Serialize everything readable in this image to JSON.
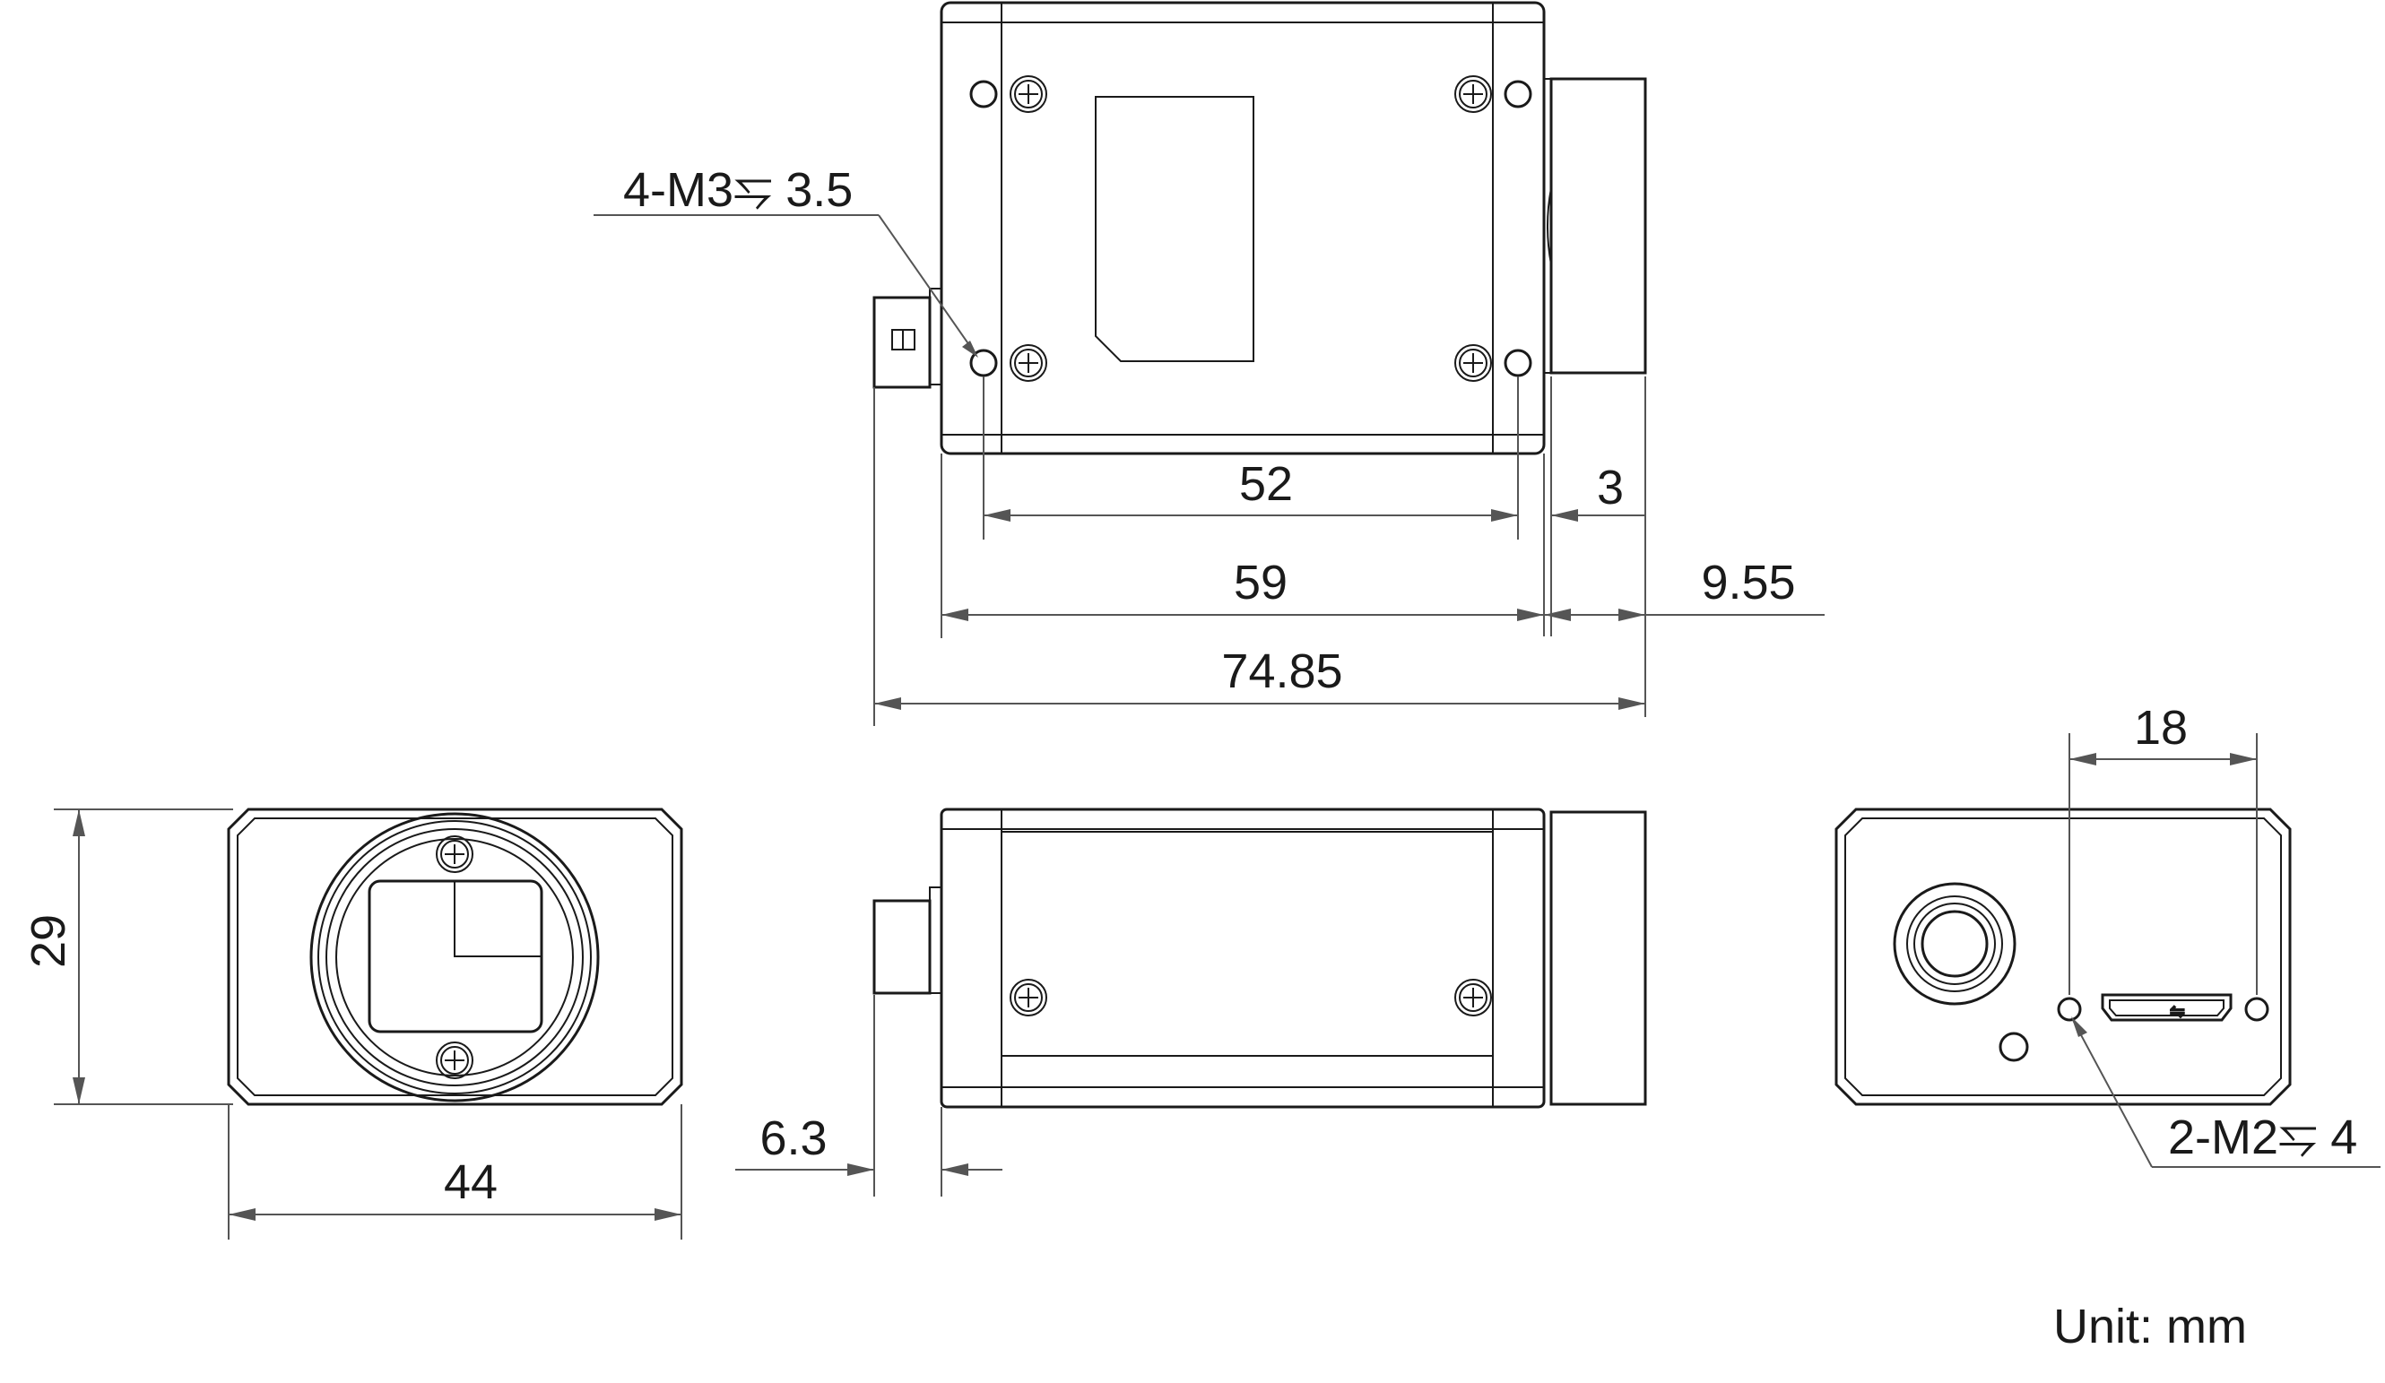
{
  "dimensions": {
    "d52": "52",
    "d3": "3",
    "d59": "59",
    "d955": "9.55",
    "d7485": "74.85",
    "d29": "29",
    "d44": "44",
    "d63": "6.3",
    "d18": "18"
  },
  "callouts": {
    "top_holes": "4-M3⥧ 3.5",
    "rear_holes": "2-M2⥧ 4"
  },
  "unit_note": "Unit: mm",
  "colors": {
    "outline": "#1a1a1a",
    "dimension": "#555555",
    "background": "#ffffff"
  }
}
